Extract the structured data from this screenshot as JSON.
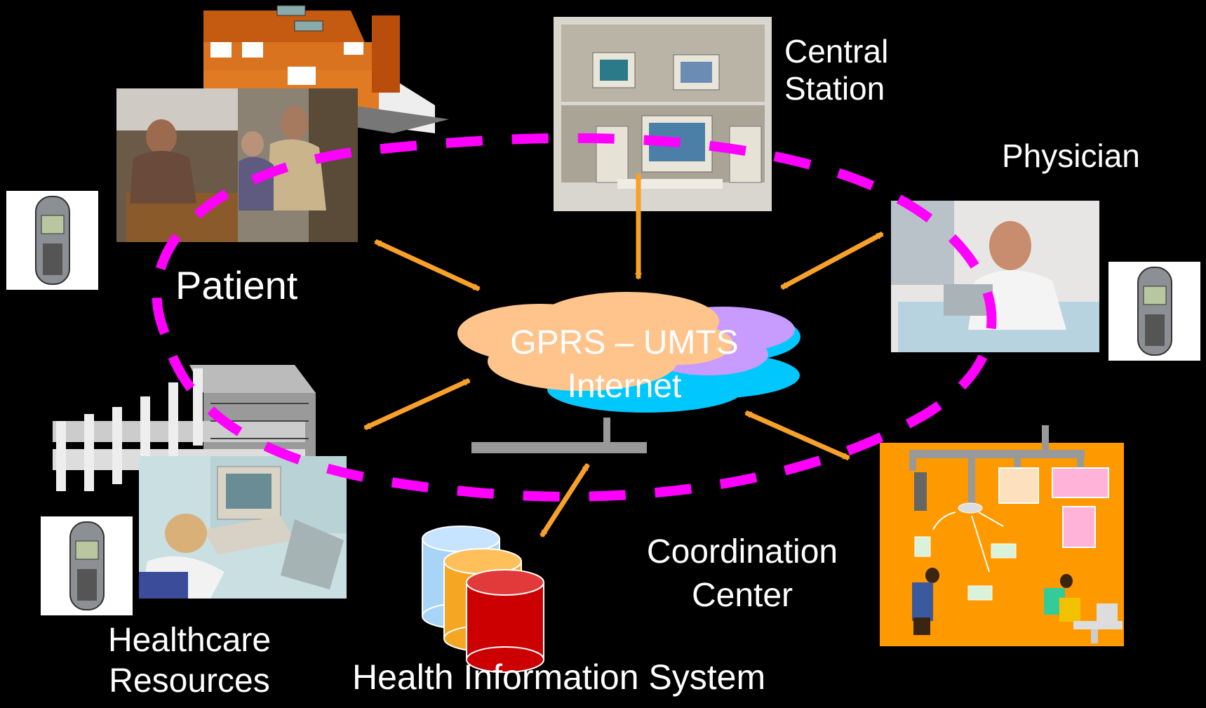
{
  "labels": {
    "central_line1": "Central",
    "central_line2": "Station",
    "physician": "Physician",
    "patient": "Patient",
    "cloud_line1": "GPRS – UMTS",
    "cloud_line2": "Internet",
    "coordination_line1": "Coordination",
    "coordination_line2": "Center",
    "healthcare_line1": "Healthcare",
    "healthcare_line2": "Resources",
    "his": "Health Information System"
  },
  "colors": {
    "background": "#000000",
    "ring": "#ff00ff",
    "arrow": "#f7a12a",
    "cloud_peach": "#ffc48c",
    "cloud_lilac": "#c89cff",
    "cloud_cyan": "#00c8ff",
    "coordination_panel": "#ff9900",
    "db_blue": "#a8d4f8",
    "db_orange": "#f5a623",
    "db_red": "#cc0000"
  },
  "icons": {
    "phone": "mobile-phone-icon",
    "house": "house-icon",
    "hospital": "hospital-building-icon",
    "database": "database-cylinders-icon"
  }
}
